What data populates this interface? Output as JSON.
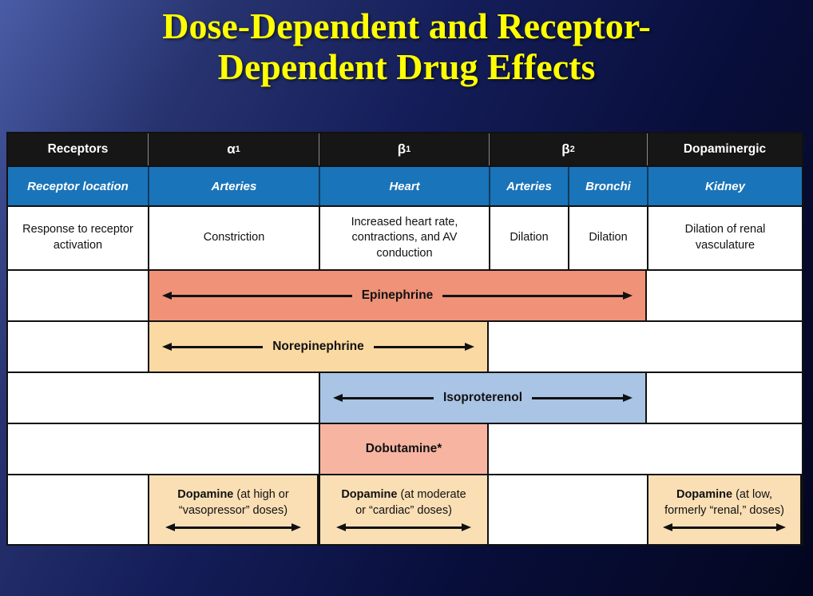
{
  "slide": {
    "title_line1": "Dose-Dependent and Receptor-",
    "title_line2": "Dependent Drug Effects"
  },
  "colors": {
    "title": "#ffff00",
    "header_bg": "#161616",
    "location_bg": "#1a74b9",
    "epinephrine_bar": "#ef9278",
    "norepinephrine_bar": "#fbd9a2",
    "isoproterenol_bar": "#a9c4e4",
    "dobutamine_bar": "#f7b5a1",
    "dopamine_box": "#fadfb5"
  },
  "table": {
    "header": {
      "receptors": "Receptors",
      "alpha1_base": "α",
      "alpha1_sub": "1",
      "beta1_base": "β",
      "beta1_sub": "1",
      "beta2_base": "β",
      "beta2_sub": "2",
      "dopaminergic": "Dopaminergic"
    },
    "location": {
      "label": "Receptor location",
      "alpha1": "Arteries",
      "beta1": "Heart",
      "beta2_arteries": "Arteries",
      "beta2_bronchi": "Bronchi",
      "dopaminergic": "Kidney"
    },
    "response": {
      "label": "Response to receptor activation",
      "alpha1": "Constriction",
      "beta1": "Increased heart rate, contractions, and AV conduction",
      "beta2_arteries": "Dilation",
      "beta2_bronchi": "Dilation",
      "dopaminergic": "Dilation of renal vasculature"
    },
    "drugs": {
      "epinephrine": {
        "label": "Epinephrine"
      },
      "norepinephrine": {
        "label": "Norepinephrine"
      },
      "isoproterenol": {
        "label": "Isoproterenol"
      },
      "dobutamine": {
        "label": "Dobutamine*"
      },
      "dopamine_high": {
        "bold": "Dopamine",
        "rest1": " (at high or",
        "rest2": "“vasopressor” doses)"
      },
      "dopamine_moderate": {
        "bold": "Dopamine",
        "rest1": " (at moderate",
        "rest2": "or “cardiac” doses)"
      },
      "dopamine_low": {
        "bold": "Dopamine",
        "rest1": " (at low,",
        "rest2": "formerly “renal,” doses)"
      }
    }
  }
}
